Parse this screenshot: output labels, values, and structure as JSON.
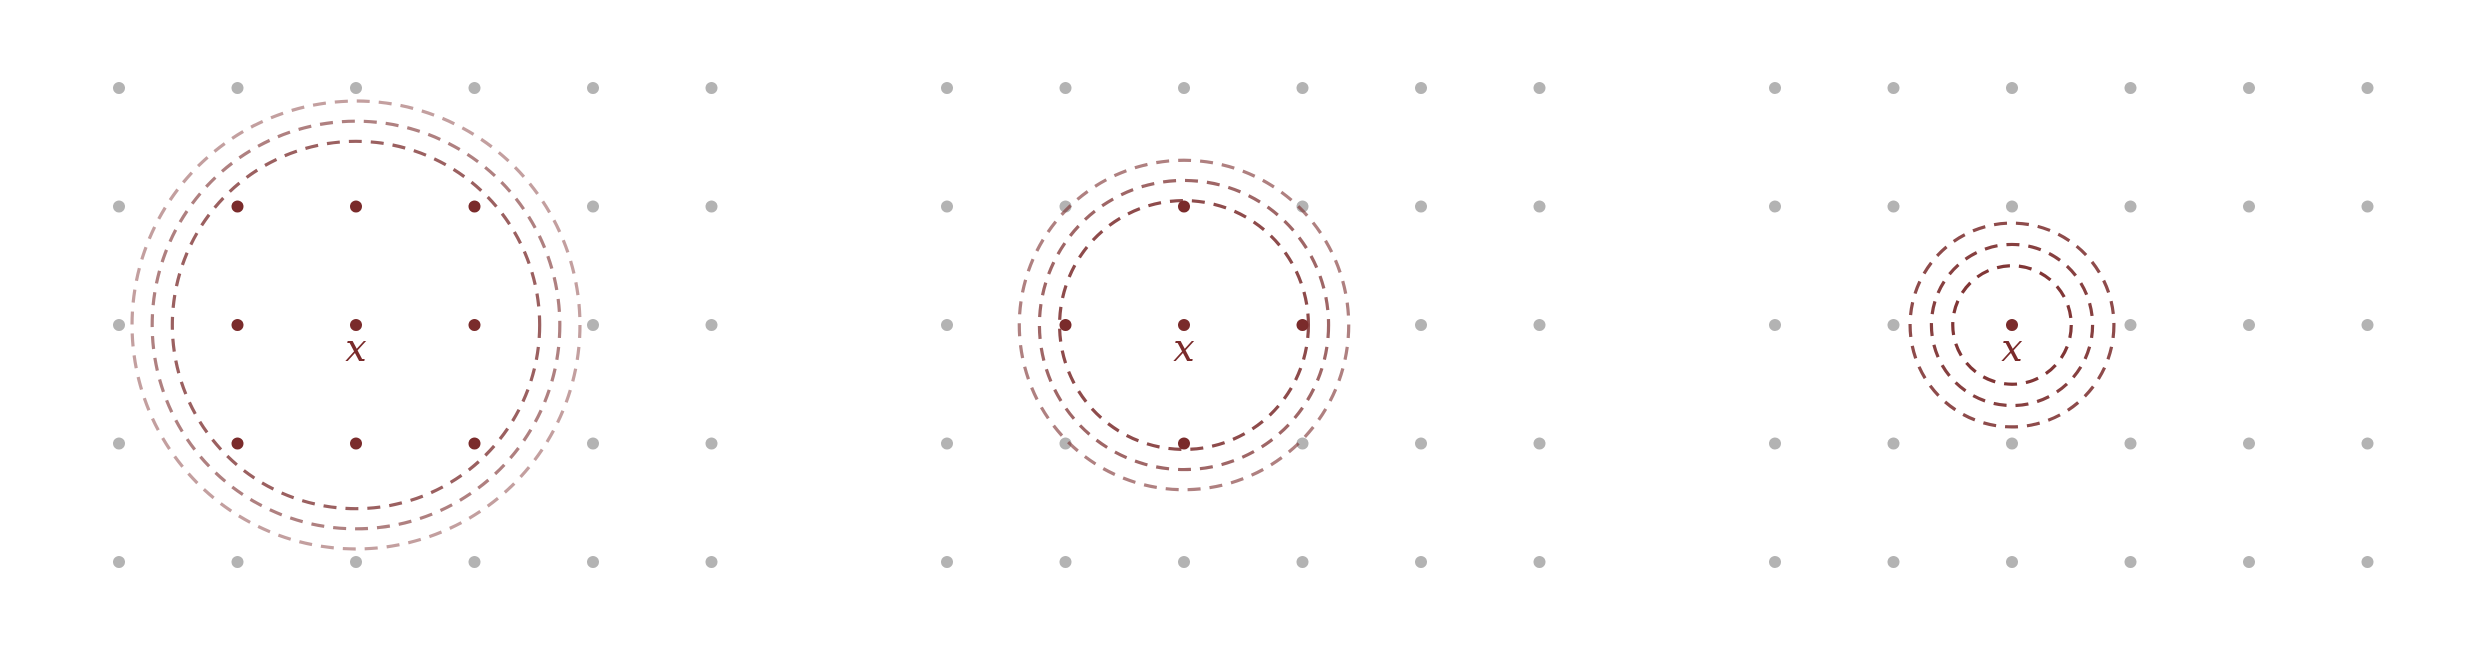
{
  "colors": {
    "background": "#ffffff",
    "grid_point": "#b3b3b3",
    "highlight_point": "#7a2b2b",
    "ring": "#7a2b2b"
  },
  "panels": [
    {
      "id": "left",
      "grid": {
        "cols": 6,
        "rows": 5
      },
      "center": {
        "col": 2,
        "row": 2
      },
      "label": "x",
      "highlighted": [
        [
          1,
          1
        ],
        [
          2,
          1
        ],
        [
          3,
          1
        ],
        [
          1,
          2
        ],
        [
          2,
          2
        ],
        [
          3,
          2
        ],
        [
          1,
          3
        ],
        [
          2,
          3
        ],
        [
          3,
          3
        ]
      ],
      "ring_radii": [
        1.55,
        1.72,
        1.89
      ],
      "ring_opacity": [
        0.75,
        0.6,
        0.45
      ]
    },
    {
      "id": "middle",
      "grid": {
        "cols": 6,
        "rows": 5
      },
      "center": {
        "col": 2,
        "row": 2
      },
      "label": "x",
      "highlighted": [
        [
          2,
          1
        ],
        [
          1,
          2
        ],
        [
          2,
          2
        ],
        [
          3,
          2
        ],
        [
          2,
          3
        ]
      ],
      "ring_radii": [
        1.05,
        1.22,
        1.39
      ],
      "ring_opacity": [
        0.85,
        0.72,
        0.6
      ]
    },
    {
      "id": "right",
      "grid": {
        "cols": 6,
        "rows": 5
      },
      "center": {
        "col": 2,
        "row": 2
      },
      "label": "x",
      "highlighted": [
        [
          2,
          2
        ]
      ],
      "ring_radii": [
        0.5,
        0.68,
        0.86
      ],
      "ring_opacity": [
        0.95,
        0.9,
        0.85
      ]
    }
  ]
}
